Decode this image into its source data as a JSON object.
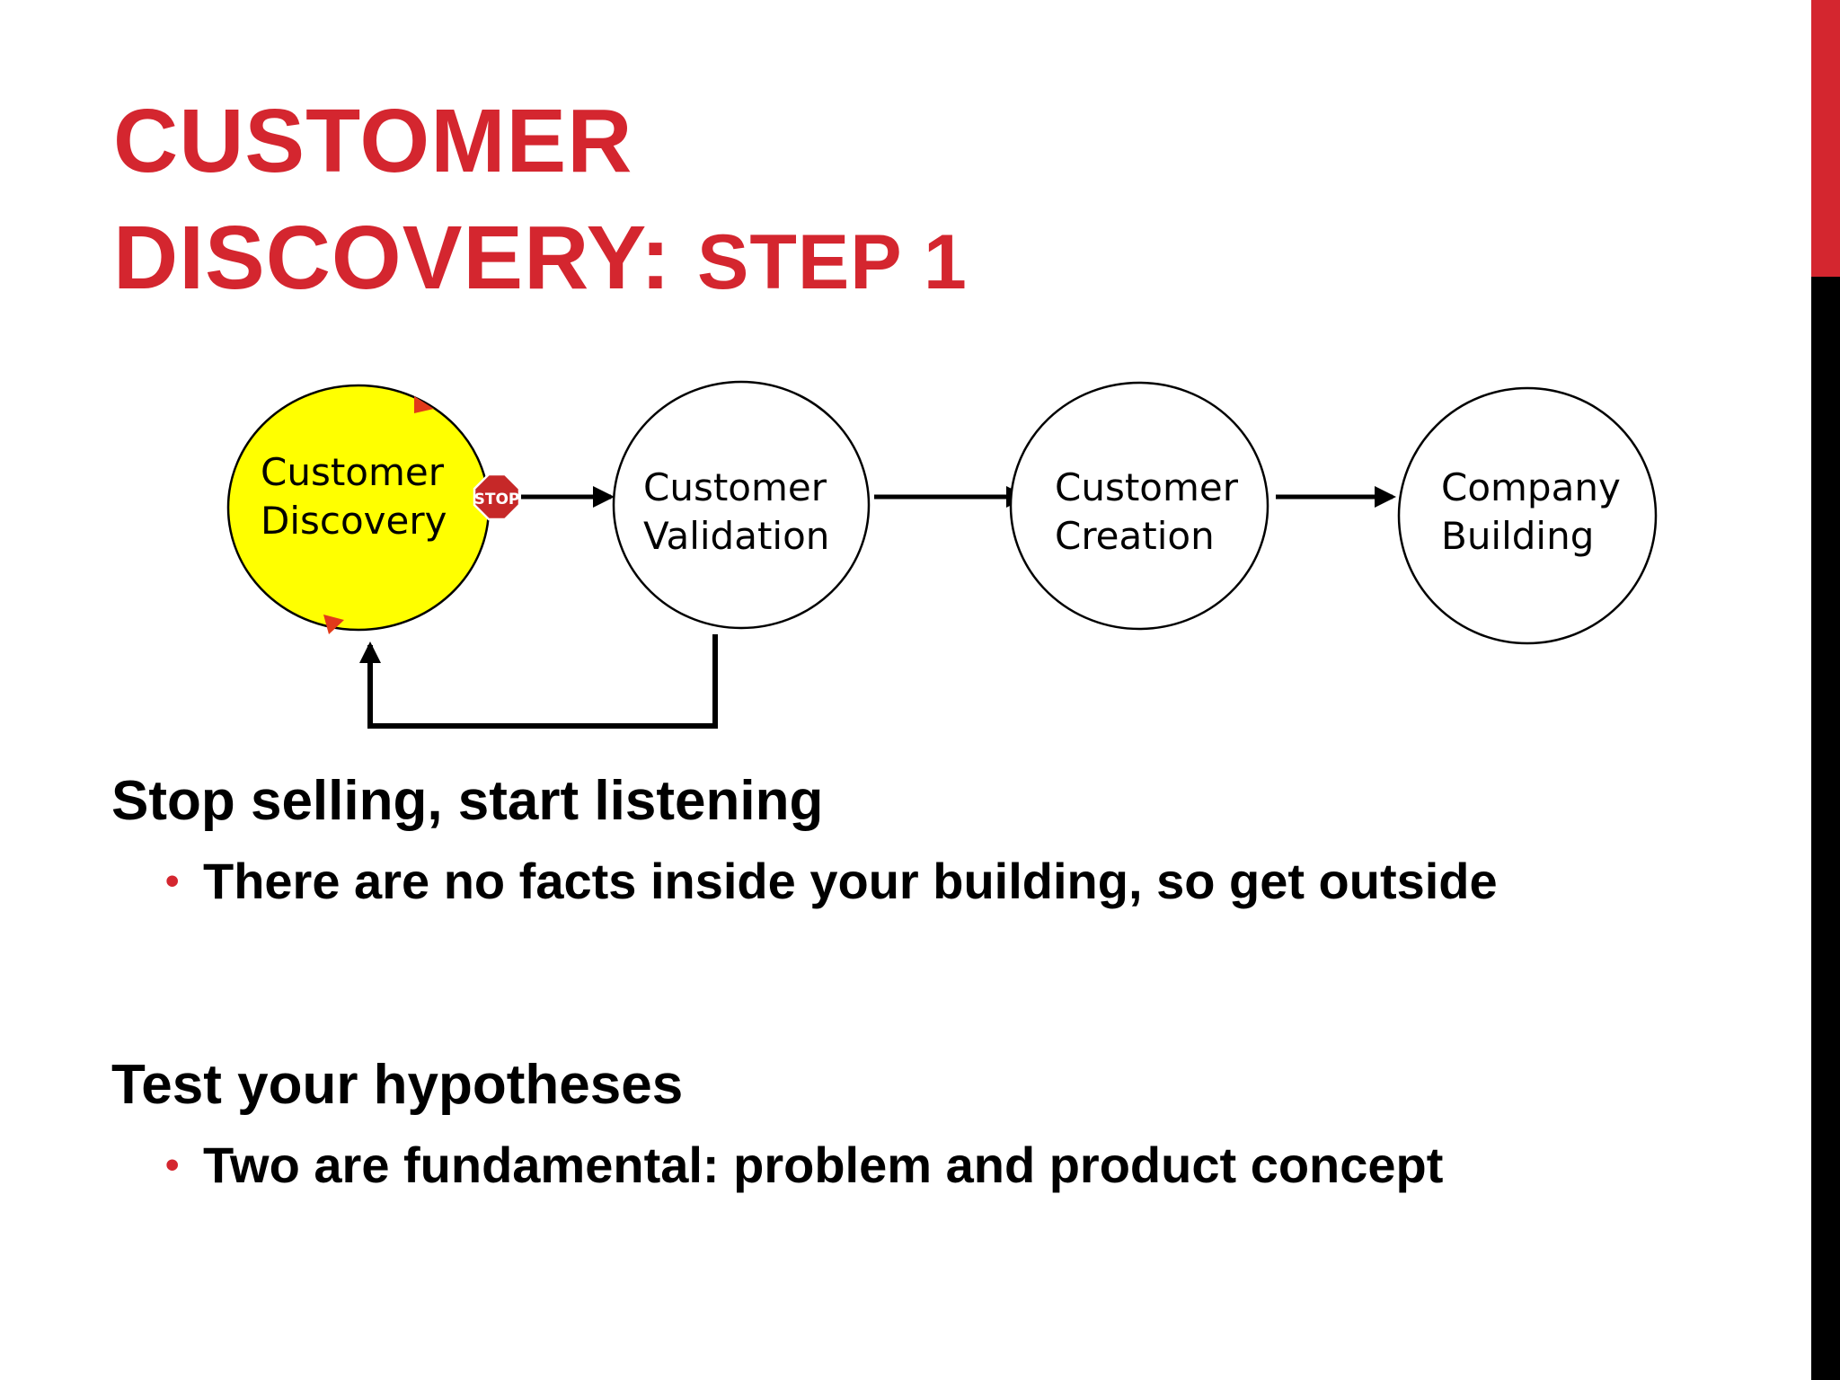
{
  "title": {
    "line1": "CUSTOMER",
    "line2_big": "DISCOVERY:",
    "line2_small": "STEP 1"
  },
  "diagram": {
    "nodes": [
      {
        "line1": "Customer",
        "line2": "Discovery",
        "highlighted": true,
        "fill": "#ffff00"
      },
      {
        "line1": "Customer",
        "line2": "Validation",
        "highlighted": false
      },
      {
        "line1": "Customer",
        "line2": "Creation",
        "highlighted": false
      },
      {
        "line1": "Company",
        "line2": "Building",
        "highlighted": false
      }
    ],
    "stop_sign": "STOP"
  },
  "sections": [
    {
      "heading": "Stop selling, start listening",
      "bullets": [
        "There are no facts inside your building, so get outside"
      ]
    },
    {
      "heading": "Test your hypotheses",
      "bullets": [
        "Two are fundamental: problem and product concept"
      ]
    }
  ],
  "colors": {
    "accent": "#d4262f",
    "highlight": "#ffff00"
  }
}
